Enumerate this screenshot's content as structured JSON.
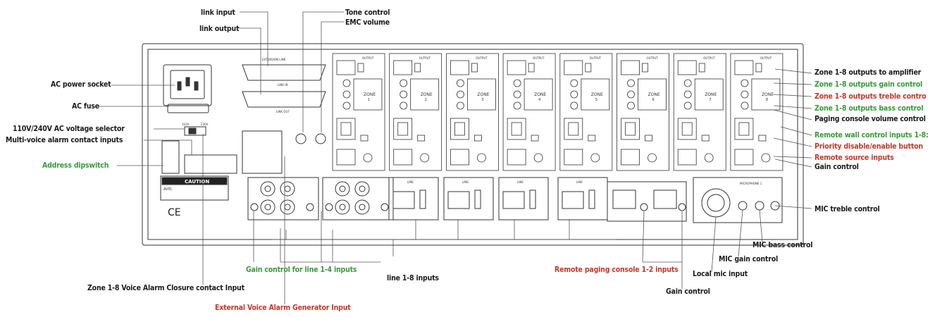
{
  "colors": {
    "black_label": "#1c1c1c",
    "green_label": "#3a9a3a",
    "red_label": "#c0392b",
    "panel_line": "#333333"
  },
  "panel": {
    "extension_link": "EXTENSION LINK",
    "link_in": "LINK IN",
    "link_out": "LINK OUT",
    "caution": "CAUTION",
    "avis": "AVIS:",
    "ce_mark": "CE",
    "zone_label": "ZONE",
    "output_label": "OUTPUT",
    "line_label": "LINE",
    "microphone_label": "MICROPHONE 1",
    "zones": [
      "1",
      "2",
      "3",
      "4",
      "5",
      "6",
      "7",
      "8"
    ],
    "voltage": [
      "110V",
      "230V"
    ]
  },
  "callouts": {
    "link_input": "link input",
    "link_output": "link output",
    "tone_control": "Tone control",
    "emc_volume": "EMC volume",
    "ac_power_socket": "AC power socket",
    "ac_fuse": "AC fuse",
    "voltage_selector": "110V/240V AC voltage selector",
    "multi_voice_alarm": "Multi-voice alarm contact inputs",
    "address_dipswitch": "Address dipswitch",
    "zone_outputs_amplifier": "Zone 1-8 outputs to amplifier",
    "zone_outputs_gain": "Zone 1-8 outputs gain control",
    "zone_outputs_treble": "Zone 1-8 outputs treble contro",
    "zone_outputs_bass": "Zone 1-8 outputs bass control",
    "paging_console_volume": "Paging console volume control",
    "remote_wall_control": "Remote wall control inputs 1-8:",
    "priority_button": "Priority disable/enable button",
    "remote_source": "Remote source inputs",
    "gain_control_right": "Gain control",
    "mic_treble": "MIC treble control",
    "mic_bass": "MIC bass control",
    "mic_gain": "MIC gain control",
    "local_mic": "Local mic input",
    "gain_control_bottom": "Gain control",
    "remote_paging": "Remote paging console 1-2 inputs",
    "line_inputs": "line 1-8 inputs",
    "gain_line_1_4": "Gain control for line 1-4 inputs",
    "zone_voice_alarm": "Zone 1-8 Voice Alarm Closure contact Input",
    "external_voice_alarm": "External Voice Alarm Generator Input"
  }
}
